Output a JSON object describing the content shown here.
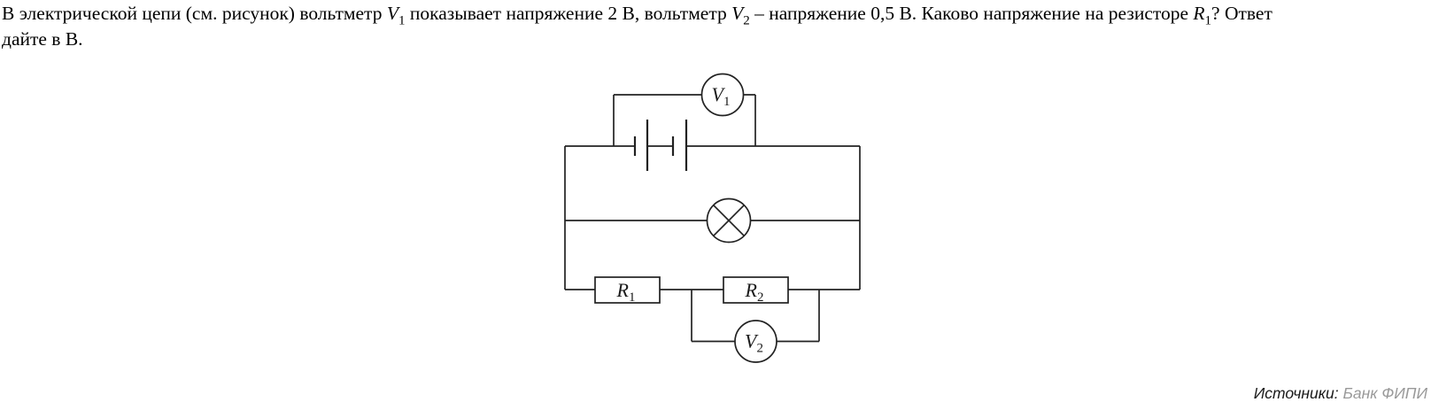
{
  "problem": {
    "part1": "В электрической цепи (см. рисунок) вольтметр ",
    "v1": {
      "base": "V",
      "sub": "1"
    },
    "part2": " показывает напряжение 2 В, вольтметр ",
    "v2": {
      "base": "V",
      "sub": "2"
    },
    "part3": " – напряжение 0,5 В. Каково напряжение на резисторе ",
    "r1": {
      "base": "R",
      "sub": "1"
    },
    "part4": "? Ответ",
    "part5": "дайте в В.",
    "given_voltage_v1": "2 В",
    "given_voltage_v2": "0,5 В"
  },
  "circuit": {
    "voltmeter1": {
      "base": "V",
      "sub": "1"
    },
    "voltmeter2": {
      "base": "V",
      "sub": "2"
    },
    "resistor1": {
      "base": "R",
      "sub": "1"
    },
    "resistor2": {
      "base": "R",
      "sub": "2"
    }
  },
  "source": {
    "label": "Источники:",
    "value": "Банк ФИПИ"
  },
  "colors": {
    "line": "#222222",
    "text": "#000000",
    "source_label": "#1a1a1a",
    "source_value": "#999999",
    "background": "#ffffff"
  }
}
